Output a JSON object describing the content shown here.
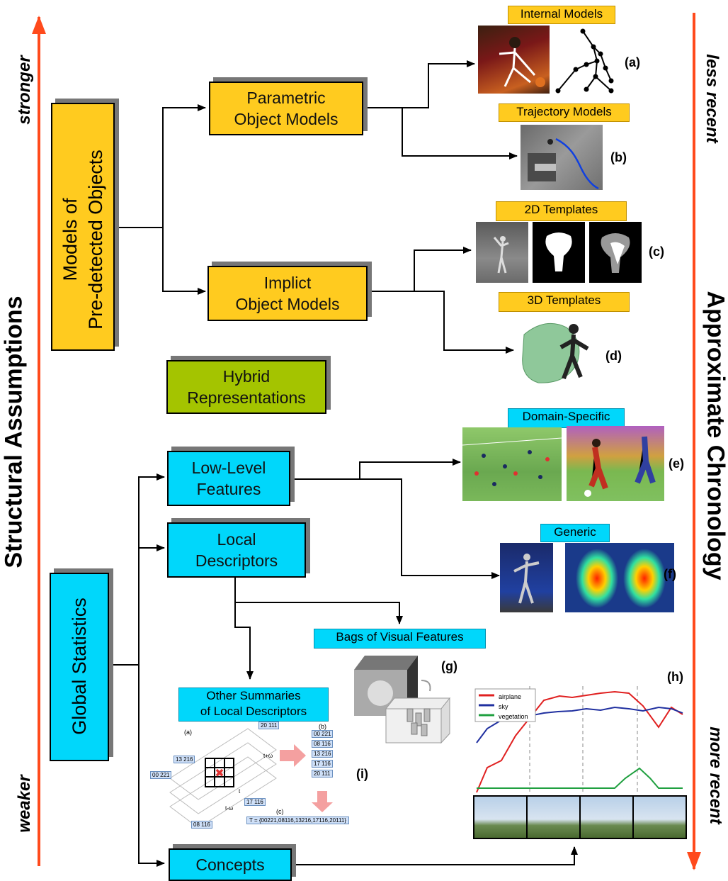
{
  "axis": {
    "left_title": "Structural Assumptions",
    "left_top": "stronger",
    "left_bottom": "weaker",
    "right_title": "Approximate Chronology",
    "right_top": "less recent",
    "right_bottom": "more recent",
    "arrow_color": "#ff4a1c"
  },
  "boxes": {
    "models_predetected": "Models of\nPre-detected Objects",
    "parametric": "Parametric\nObject  Models",
    "implicit": "Implict\nObject Models",
    "hybrid": "Hybrid\nRepresentations",
    "global_statistics": "Global Statistics",
    "low_level": "Low-Level\nFeatures",
    "local_descriptors": "Local\nDescriptors",
    "concepts": "Concepts"
  },
  "tags": {
    "internal_models": "Internal Models",
    "trajectory_models": "Trajectory Models",
    "templates_2d": "2D Templates",
    "templates_3d": "3D Templates",
    "domain_specific": "Domain-Specific",
    "generic": "Generic",
    "bags_visual": "Bags of Visual Features",
    "other_summaries": "Other Summaries\nof Local Descriptors"
  },
  "labels": {
    "a": "(a)",
    "b": "(b)",
    "c": "(c)",
    "d": "(d)",
    "e": "(e)",
    "f": "(f)",
    "g": "(g)",
    "h": "(h)",
    "i": "(i)"
  },
  "figure_i": {
    "sub_a": "(a)",
    "sub_b": "(b)",
    "sub_c": "(c)",
    "codes_left": [
      "00 221",
      "13 216",
      "20 111",
      "17 116",
      "08 116"
    ],
    "codes_right": [
      "00 221",
      "08 116",
      "13 216",
      "17 116",
      "20 111"
    ],
    "axis_labels": [
      "t+ω",
      "t",
      "t-ω"
    ],
    "formula": "T = {00221,08116,13216,17116,20111}"
  },
  "figure_h": {
    "legend": [
      "airplane",
      "sky",
      "vegetation"
    ],
    "colors": [
      "#e02020",
      "#2030a0",
      "#20a040"
    ]
  }
}
